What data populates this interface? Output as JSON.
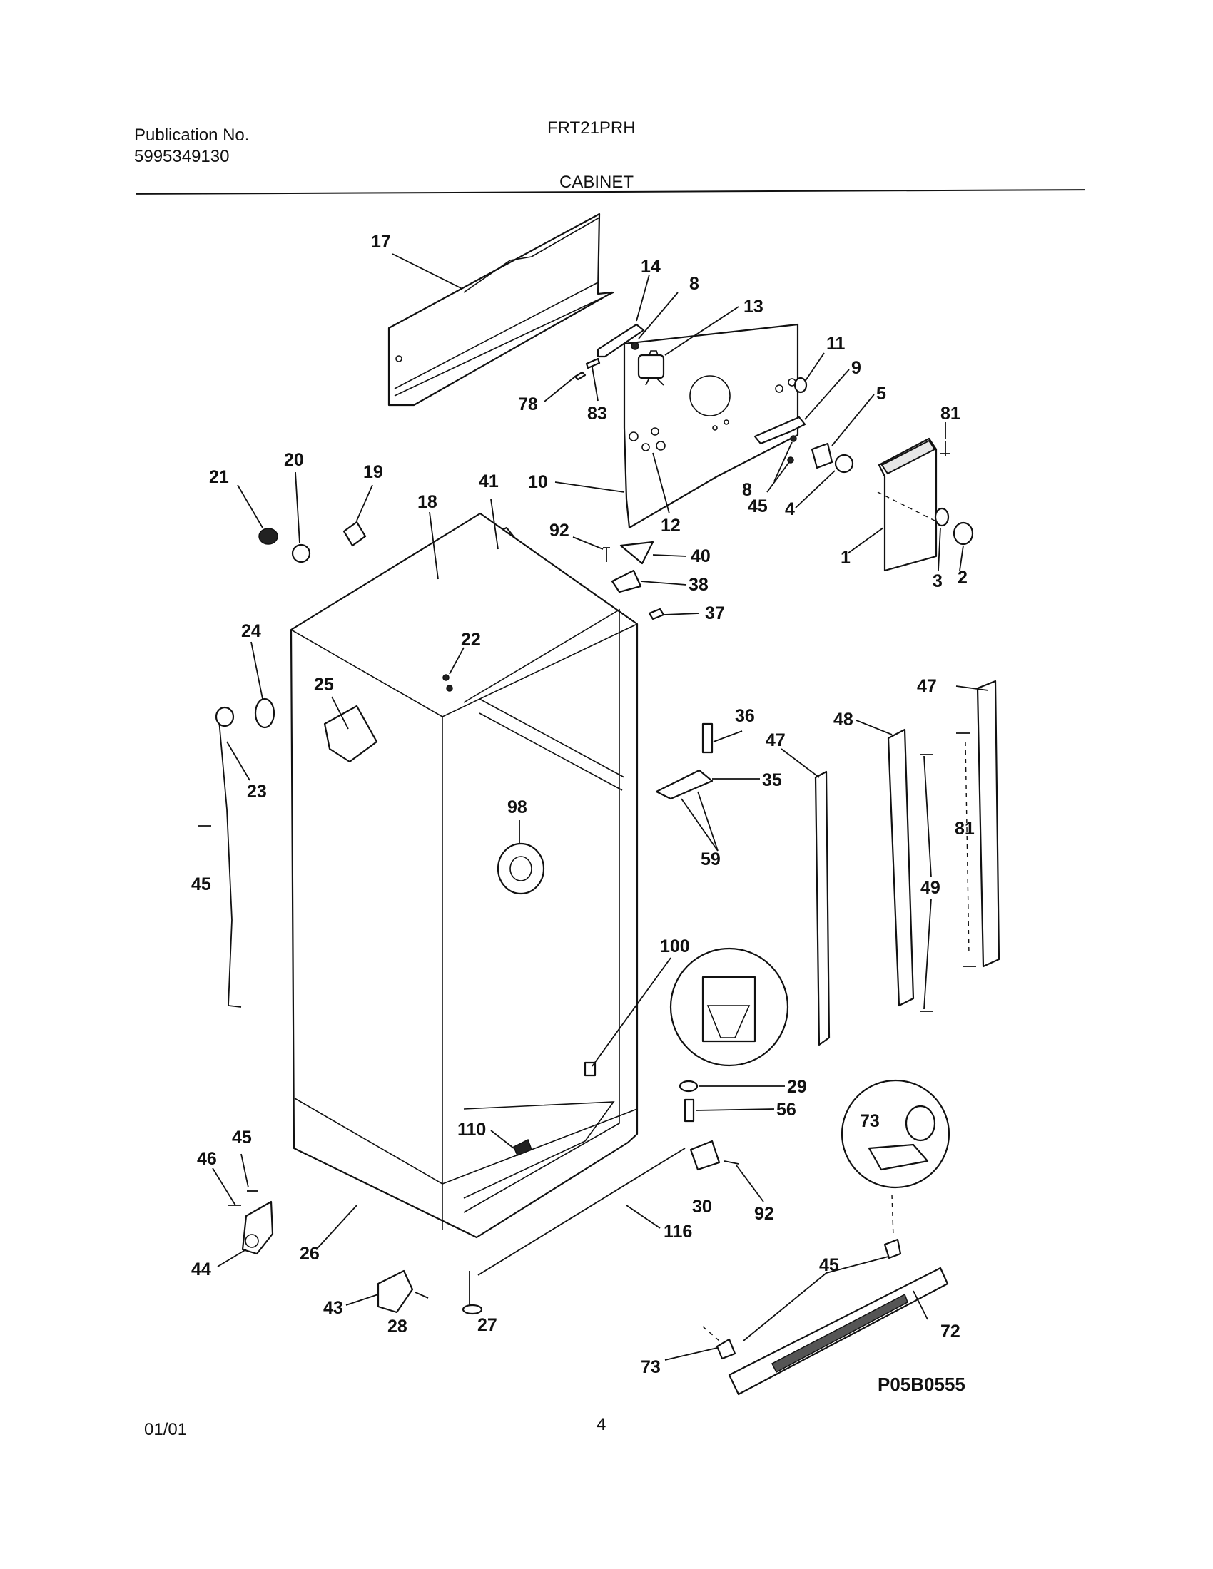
{
  "header": {
    "publication_label": "Publication No.",
    "publication_number": "5995349130",
    "model": "FRT21PRH",
    "section_title": "CABINET"
  },
  "footer": {
    "date": "01/01",
    "page_number": "4"
  },
  "diagram": {
    "drawing_code": "P05B0555",
    "callouts": [
      "17",
      "14",
      "8",
      "13",
      "78",
      "83",
      "11",
      "9",
      "5",
      "81",
      "10",
      "12",
      "8",
      "45",
      "4",
      "1",
      "3",
      "2",
      "21",
      "20",
      "19",
      "18",
      "41",
      "92",
      "40",
      "38",
      "37",
      "22",
      "24",
      "25",
      "23",
      "45",
      "98",
      "36",
      "35",
      "59",
      "47",
      "48",
      "47",
      "81",
      "49",
      "100",
      "29",
      "56",
      "73",
      "110",
      "30",
      "92",
      "46",
      "45",
      "44",
      "26",
      "116",
      "43",
      "28",
      "27",
      "45",
      "72",
      "73"
    ]
  }
}
